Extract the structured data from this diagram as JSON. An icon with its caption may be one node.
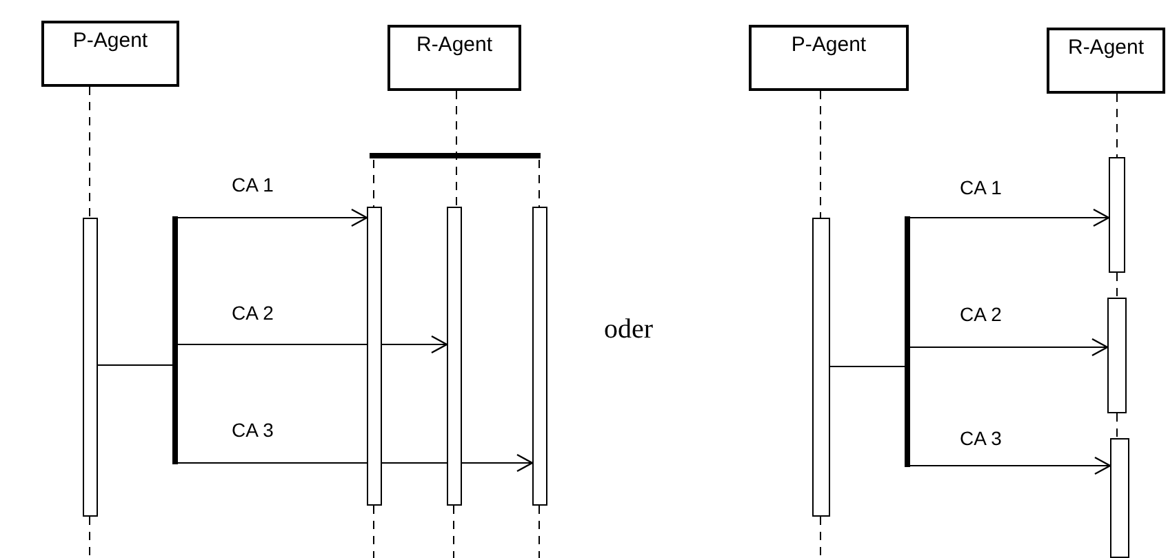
{
  "diagram": {
    "nodes": [
      {
        "text": [
          "P-Agent"
        ]
      },
      {
        "text": [
          "R-Agent"
        ]
      },
      {
        "text": [],
        "shape": "bar"
      },
      {
        "text": [],
        "shape": "bar"
      },
      {
        "text": [],
        "shape": "bar"
      },
      {
        "text": [],
        "shape": "bar"
      },
      {
        "text": [
          "P-Agent"
        ]
      },
      {
        "text": [
          "R-Agent"
        ]
      },
      {
        "text": [],
        "shape": "bar"
      },
      {
        "text": [],
        "shape": "bar"
      },
      {
        "text": [],
        "shape": "bar"
      },
      {
        "text": [],
        "shape": "bar"
      }
    ],
    "edges": [
      {
        "from": 0,
        "to": 2,
        "arrow": "none",
        "style": "dashed"
      },
      {
        "from": 1,
        "to": 3,
        "arrow": "none",
        "style": "dashed"
      },
      {
        "from": 1,
        "to": 4,
        "arrow": "none",
        "style": "dashed"
      },
      {
        "from": 1,
        "to": 5,
        "arrow": "none",
        "style": "dashed"
      },
      {
        "from": 2,
        "to": 3,
        "arrow": "to",
        "label": "CA 1"
      },
      {
        "from": 2,
        "to": 4,
        "arrow": "to",
        "label": "CA 2"
      },
      {
        "from": 2,
        "to": 5,
        "arrow": "to",
        "label": "CA 3"
      },
      {
        "from": 6,
        "to": 8,
        "arrow": "none",
        "style": "dashed"
      },
      {
        "from": 7,
        "to": 9,
        "arrow": "none",
        "style": "dashed"
      },
      {
        "from": 9,
        "to": 10,
        "arrow": "none",
        "style": "dashed"
      },
      {
        "from": 10,
        "to": 11,
        "arrow": "none",
        "style": "dashed"
      },
      {
        "from": 8,
        "to": 9,
        "arrow": "to",
        "label": "CA 1"
      },
      {
        "from": 8,
        "to": 10,
        "arrow": "to",
        "label": "CA 2"
      },
      {
        "from": 8,
        "to": 11,
        "arrow": "to",
        "label": "CA 3"
      }
    ],
    "labels": [
      "oder"
    ]
  }
}
